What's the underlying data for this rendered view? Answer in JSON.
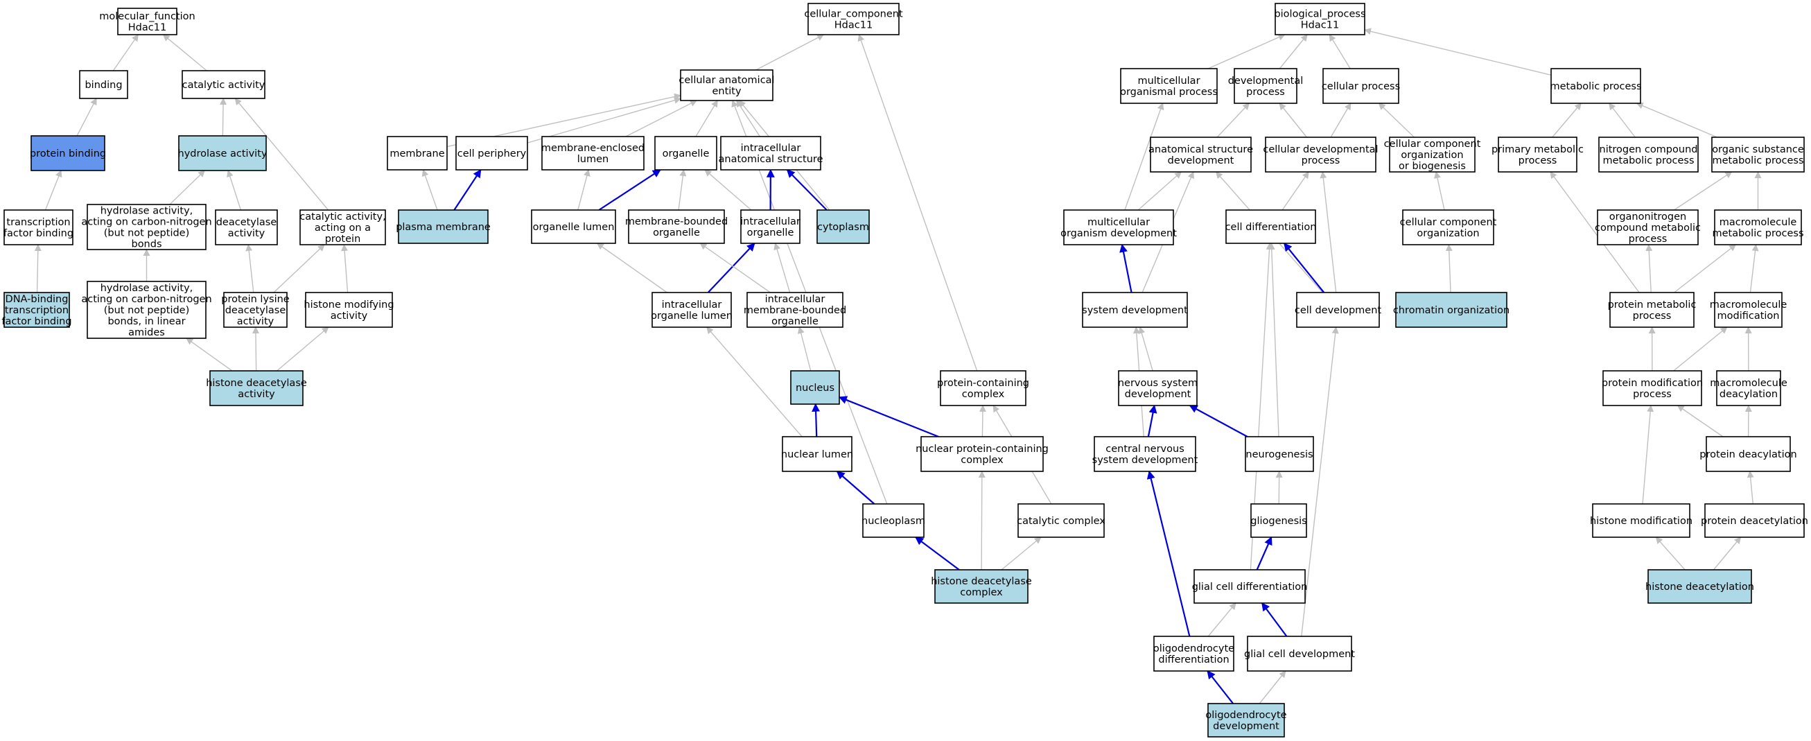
{
  "colors": {
    "plain": "#ffffff",
    "light": "#add8e6",
    "dark": "#6495ed",
    "edge_gray": "#c0c0c0",
    "edge_blue": "#0000dd"
  },
  "nodes": [
    {
      "id": "mf",
      "lines": [
        "molecular_function",
        "Hdac11"
      ],
      "style": "plain"
    },
    {
      "id": "binding",
      "lines": [
        "binding"
      ],
      "style": "plain"
    },
    {
      "id": "catalytic",
      "lines": [
        "catalytic activity"
      ],
      "style": "plain"
    },
    {
      "id": "protbind",
      "lines": [
        "protein binding"
      ],
      "style": "dark"
    },
    {
      "id": "hydrolase",
      "lines": [
        "hydrolase activity"
      ],
      "style": "light"
    },
    {
      "id": "tfbind",
      "lines": [
        "transcription",
        "factor binding"
      ],
      "style": "plain"
    },
    {
      "id": "hydrocn",
      "lines": [
        "hydrolase activity,",
        "acting on carbon-nitrogen",
        "(but not peptide)",
        "bonds"
      ],
      "style": "plain"
    },
    {
      "id": "deacetylase",
      "lines": [
        "deacetylase",
        "activity"
      ],
      "style": "plain"
    },
    {
      "id": "catprot",
      "lines": [
        "catalytic activity,",
        "acting on a",
        "protein"
      ],
      "style": "plain"
    },
    {
      "id": "dnatf",
      "lines": [
        "DNA-binding",
        "transcription",
        "factor binding"
      ],
      "style": "light"
    },
    {
      "id": "hydrolin",
      "lines": [
        "hydrolase activity,",
        "acting on carbon-nitrogen",
        "(but not peptide)",
        "bonds, in linear",
        "amides"
      ],
      "style": "plain"
    },
    {
      "id": "plysdeac",
      "lines": [
        "protein lysine",
        "deacetylase",
        "activity"
      ],
      "style": "plain"
    },
    {
      "id": "histmodact",
      "lines": [
        "histone modifying",
        "activity"
      ],
      "style": "plain"
    },
    {
      "id": "hdacact",
      "lines": [
        "histone deacetylase",
        "activity"
      ],
      "style": "light"
    },
    {
      "id": "cc",
      "lines": [
        "cellular_component",
        "Hdac11"
      ],
      "style": "plain"
    },
    {
      "id": "cae",
      "lines": [
        "cellular anatomical",
        "entity"
      ],
      "style": "plain"
    },
    {
      "id": "membrane",
      "lines": [
        "membrane"
      ],
      "style": "plain"
    },
    {
      "id": "cellper",
      "lines": [
        "cell periphery"
      ],
      "style": "plain"
    },
    {
      "id": "memlumen",
      "lines": [
        "membrane-enclosed",
        "lumen"
      ],
      "style": "plain"
    },
    {
      "id": "organelle",
      "lines": [
        "organelle"
      ],
      "style": "plain"
    },
    {
      "id": "icas",
      "lines": [
        "intracellular",
        "anatomical structure"
      ],
      "style": "plain"
    },
    {
      "id": "plasma",
      "lines": [
        "plasma membrane"
      ],
      "style": "light"
    },
    {
      "id": "orglumen",
      "lines": [
        "organelle lumen"
      ],
      "style": "plain"
    },
    {
      "id": "membound",
      "lines": [
        "membrane-bounded",
        "organelle"
      ],
      "style": "plain"
    },
    {
      "id": "icorg",
      "lines": [
        "intracellular",
        "organelle"
      ],
      "style": "plain"
    },
    {
      "id": "cytoplasm",
      "lines": [
        "cytoplasm"
      ],
      "style": "light"
    },
    {
      "id": "icorglumen",
      "lines": [
        "intracellular",
        "organelle lumen"
      ],
      "style": "plain"
    },
    {
      "id": "icmbo",
      "lines": [
        "intracellular",
        "membrane-bounded",
        "organelle"
      ],
      "style": "plain"
    },
    {
      "id": "nucleus",
      "lines": [
        "nucleus"
      ],
      "style": "light"
    },
    {
      "id": "protcomplex",
      "lines": [
        "protein-containing",
        "complex"
      ],
      "style": "plain"
    },
    {
      "id": "nuclumen",
      "lines": [
        "nuclear lumen"
      ],
      "style": "plain"
    },
    {
      "id": "nucprotcomplex",
      "lines": [
        "nuclear protein-containing",
        "complex"
      ],
      "style": "plain"
    },
    {
      "id": "nucleoplasm",
      "lines": [
        "nucleoplasm"
      ],
      "style": "plain"
    },
    {
      "id": "catcomplex",
      "lines": [
        "catalytic complex"
      ],
      "style": "plain"
    },
    {
      "id": "hdaccomplex",
      "lines": [
        "histone deacetylase",
        "complex"
      ],
      "style": "light"
    },
    {
      "id": "bp",
      "lines": [
        "biological_process",
        "Hdac11"
      ],
      "style": "plain"
    },
    {
      "id": "multiorg",
      "lines": [
        "multicellular",
        "organismal process"
      ],
      "style": "plain"
    },
    {
      "id": "devproc",
      "lines": [
        "developmental",
        "process"
      ],
      "style": "plain"
    },
    {
      "id": "cellproc",
      "lines": [
        "cellular process"
      ],
      "style": "plain"
    },
    {
      "id": "metproc",
      "lines": [
        "metabolic process"
      ],
      "style": "plain"
    },
    {
      "id": "anatdev",
      "lines": [
        "anatomical structure",
        "development"
      ],
      "style": "plain"
    },
    {
      "id": "celldevproc",
      "lines": [
        "cellular developmental",
        "process"
      ],
      "style": "plain"
    },
    {
      "id": "ccob",
      "lines": [
        "cellular component",
        "organization",
        "or biogenesis"
      ],
      "style": "plain"
    },
    {
      "id": "primmet",
      "lines": [
        "primary metabolic",
        "process"
      ],
      "style": "plain"
    },
    {
      "id": "nitromet",
      "lines": [
        "nitrogen compound",
        "metabolic process"
      ],
      "style": "plain"
    },
    {
      "id": "orgsubmet",
      "lines": [
        "organic substance",
        "metabolic process"
      ],
      "style": "plain"
    },
    {
      "id": "multidev",
      "lines": [
        "multicellular",
        "organism development"
      ],
      "style": "plain"
    },
    {
      "id": "celldiff",
      "lines": [
        "cell differentiation"
      ],
      "style": "plain"
    },
    {
      "id": "ccorg",
      "lines": [
        "cellular component",
        "organization"
      ],
      "style": "plain"
    },
    {
      "id": "orgnitro",
      "lines": [
        "organonitrogen",
        "compound metabolic",
        "process"
      ],
      "style": "plain"
    },
    {
      "id": "macromet",
      "lines": [
        "macromolecule",
        "metabolic process"
      ],
      "style": "plain"
    },
    {
      "id": "sysdev",
      "lines": [
        "system development"
      ],
      "style": "plain"
    },
    {
      "id": "celldev",
      "lines": [
        "cell development"
      ],
      "style": "plain"
    },
    {
      "id": "chromorg",
      "lines": [
        "chromatin organization"
      ],
      "style": "light"
    },
    {
      "id": "protmet",
      "lines": [
        "protein metabolic",
        "process"
      ],
      "style": "plain"
    },
    {
      "id": "macromod",
      "lines": [
        "macromolecule",
        "modification"
      ],
      "style": "plain"
    },
    {
      "id": "nsdev",
      "lines": [
        "nervous system",
        "development"
      ],
      "style": "plain"
    },
    {
      "id": "protmod",
      "lines": [
        "protein modification",
        "process"
      ],
      "style": "plain"
    },
    {
      "id": "macrodeacyl",
      "lines": [
        "macromolecule",
        "deacylation"
      ],
      "style": "plain"
    },
    {
      "id": "cnsdev",
      "lines": [
        "central nervous",
        "system development"
      ],
      "style": "plain"
    },
    {
      "id": "neurogenesis",
      "lines": [
        "neurogenesis"
      ],
      "style": "plain"
    },
    {
      "id": "protdeacyl",
      "lines": [
        "protein deacylation"
      ],
      "style": "plain"
    },
    {
      "id": "gliogenesis",
      "lines": [
        "gliogenesis"
      ],
      "style": "plain"
    },
    {
      "id": "histmod",
      "lines": [
        "histone modification"
      ],
      "style": "plain"
    },
    {
      "id": "protdeacet",
      "lines": [
        "protein deacetylation"
      ],
      "style": "plain"
    },
    {
      "id": "glialdiff",
      "lines": [
        "glial cell differentiation"
      ],
      "style": "plain"
    },
    {
      "id": "histdeacet",
      "lines": [
        "histone deacetylation"
      ],
      "style": "light"
    },
    {
      "id": "oligodiff",
      "lines": [
        "oligodendrocyte",
        "differentiation"
      ],
      "style": "plain"
    },
    {
      "id": "glialdev",
      "lines": [
        "glial cell development"
      ],
      "style": "plain"
    },
    {
      "id": "oligodev",
      "lines": [
        "oligodendrocyte",
        "development"
      ],
      "style": "light"
    }
  ],
  "edges": [
    {
      "from": "binding",
      "to": "mf",
      "type": "gray"
    },
    {
      "from": "catalytic",
      "to": "mf",
      "type": "gray"
    },
    {
      "from": "protbind",
      "to": "binding",
      "type": "gray"
    },
    {
      "from": "hydrolase",
      "to": "catalytic",
      "type": "gray"
    },
    {
      "from": "catprot",
      "to": "catalytic",
      "type": "gray"
    },
    {
      "from": "tfbind",
      "to": "protbind",
      "type": "gray"
    },
    {
      "from": "hydrocn",
      "to": "hydrolase",
      "type": "gray"
    },
    {
      "from": "deacetylase",
      "to": "hydrolase",
      "type": "gray"
    },
    {
      "from": "dnatf",
      "to": "tfbind",
      "type": "gray"
    },
    {
      "from": "hydrolin",
      "to": "hydrocn",
      "type": "gray"
    },
    {
      "from": "plysdeac",
      "to": "deacetylase",
      "type": "gray"
    },
    {
      "from": "plysdeac",
      "to": "catprot",
      "type": "gray"
    },
    {
      "from": "histmodact",
      "to": "catprot",
      "type": "gray"
    },
    {
      "from": "hdacact",
      "to": "hydrolin",
      "type": "gray"
    },
    {
      "from": "hdacact",
      "to": "plysdeac",
      "type": "gray"
    },
    {
      "from": "hdacact",
      "to": "histmodact",
      "type": "gray"
    },
    {
      "from": "cae",
      "to": "cc",
      "type": "gray"
    },
    {
      "from": "protcomplex",
      "to": "cc",
      "type": "gray"
    },
    {
      "from": "membrane",
      "to": "cae",
      "type": "gray"
    },
    {
      "from": "cellper",
      "to": "cae",
      "type": "gray"
    },
    {
      "from": "memlumen",
      "to": "cae",
      "type": "gray"
    },
    {
      "from": "organelle",
      "to": "cae",
      "type": "gray"
    },
    {
      "from": "icas",
      "to": "cae",
      "type": "gray"
    },
    {
      "from": "cytoplasm",
      "to": "cae",
      "type": "gray"
    },
    {
      "from": "nucleoplasm",
      "to": "cae",
      "type": "gray"
    },
    {
      "from": "plasma",
      "to": "membrane",
      "type": "gray"
    },
    {
      "from": "plasma",
      "to": "cellper",
      "type": "blue"
    },
    {
      "from": "orglumen",
      "to": "memlumen",
      "type": "gray"
    },
    {
      "from": "orglumen",
      "to": "organelle",
      "type": "blue"
    },
    {
      "from": "membound",
      "to": "organelle",
      "type": "gray"
    },
    {
      "from": "icorg",
      "to": "organelle",
      "type": "gray"
    },
    {
      "from": "icorg",
      "to": "icas",
      "type": "blue"
    },
    {
      "from": "cytoplasm",
      "to": "icas",
      "type": "blue"
    },
    {
      "from": "icorglumen",
      "to": "orglumen",
      "type": "gray"
    },
    {
      "from": "icorglumen",
      "to": "icorg",
      "type": "blue"
    },
    {
      "from": "icmbo",
      "to": "membound",
      "type": "gray"
    },
    {
      "from": "icmbo",
      "to": "icorg",
      "type": "gray"
    },
    {
      "from": "nucleus",
      "to": "icmbo",
      "type": "gray"
    },
    {
      "from": "nuclumen",
      "to": "icorglumen",
      "type": "gray"
    },
    {
      "from": "nuclumen",
      "to": "nucleus",
      "type": "blue"
    },
    {
      "from": "nucprotcomplex",
      "to": "nucleus",
      "type": "blue"
    },
    {
      "from": "nucprotcomplex",
      "to": "protcomplex",
      "type": "gray"
    },
    {
      "from": "catcomplex",
      "to": "protcomplex",
      "type": "gray"
    },
    {
      "from": "nucleoplasm",
      "to": "nuclumen",
      "type": "blue"
    },
    {
      "from": "hdaccomplex",
      "to": "nucleoplasm",
      "type": "blue"
    },
    {
      "from": "hdaccomplex",
      "to": "nucprotcomplex",
      "type": "gray"
    },
    {
      "from": "hdaccomplex",
      "to": "catcomplex",
      "type": "gray"
    },
    {
      "from": "multiorg",
      "to": "bp",
      "type": "gray"
    },
    {
      "from": "devproc",
      "to": "bp",
      "type": "gray"
    },
    {
      "from": "cellproc",
      "to": "bp",
      "type": "gray"
    },
    {
      "from": "metproc",
      "to": "bp",
      "type": "gray"
    },
    {
      "from": "anatdev",
      "to": "devproc",
      "type": "gray"
    },
    {
      "from": "celldevproc",
      "to": "devproc",
      "type": "gray"
    },
    {
      "from": "celldevproc",
      "to": "cellproc",
      "type": "gray"
    },
    {
      "from": "ccob",
      "to": "cellproc",
      "type": "gray"
    },
    {
      "from": "primmet",
      "to": "metproc",
      "type": "gray"
    },
    {
      "from": "nitromet",
      "to": "metproc",
      "type": "gray"
    },
    {
      "from": "orgsubmet",
      "to": "metproc",
      "type": "gray"
    },
    {
      "from": "multidev",
      "to": "multiorg",
      "type": "gray"
    },
    {
      "from": "multidev",
      "to": "anatdev",
      "type": "gray"
    },
    {
      "from": "sysdev",
      "to": "anatdev",
      "type": "gray"
    },
    {
      "from": "celldev",
      "to": "anatdev",
      "type": "gray"
    },
    {
      "from": "celldiff",
      "to": "celldevproc",
      "type": "gray"
    },
    {
      "from": "celldev",
      "to": "celldevproc",
      "type": "gray"
    },
    {
      "from": "ccorg",
      "to": "ccob",
      "type": "gray"
    },
    {
      "from": "orgnitro",
      "to": "orgsubmet",
      "type": "gray"
    },
    {
      "from": "macromet",
      "to": "orgsubmet",
      "type": "gray"
    },
    {
      "from": "sysdev",
      "to": "multidev",
      "type": "blue"
    },
    {
      "from": "celldev",
      "to": "celldiff",
      "type": "blue"
    },
    {
      "from": "chromorg",
      "to": "ccorg",
      "type": "gray"
    },
    {
      "from": "protmet",
      "to": "primmet",
      "type": "gray"
    },
    {
      "from": "protmet",
      "to": "orgnitro",
      "type": "gray"
    },
    {
      "from": "protmet",
      "to": "macromet",
      "type": "gray"
    },
    {
      "from": "macromod",
      "to": "macromet",
      "type": "gray"
    },
    {
      "from": "nsdev",
      "to": "sysdev",
      "type": "gray"
    },
    {
      "from": "cnsdev",
      "to": "sysdev",
      "type": "gray"
    },
    {
      "from": "protmod",
      "to": "protmet",
      "type": "gray"
    },
    {
      "from": "protmod",
      "to": "macromod",
      "type": "gray"
    },
    {
      "from": "macrodeacyl",
      "to": "macromod",
      "type": "gray"
    },
    {
      "from": "cnsdev",
      "to": "nsdev",
      "type": "blue"
    },
    {
      "from": "neurogenesis",
      "to": "nsdev",
      "type": "blue"
    },
    {
      "from": "neurogenesis",
      "to": "celldiff",
      "type": "gray"
    },
    {
      "from": "glialdiff",
      "to": "celldiff",
      "type": "gray"
    },
    {
      "from": "glialdev",
      "to": "celldev",
      "type": "gray"
    },
    {
      "from": "protdeacyl",
      "to": "protmod",
      "type": "gray"
    },
    {
      "from": "protdeacyl",
      "to": "macrodeacyl",
      "type": "gray"
    },
    {
      "from": "histmod",
      "to": "protmod",
      "type": "gray"
    },
    {
      "from": "gliogenesis",
      "to": "neurogenesis",
      "type": "gray"
    },
    {
      "from": "protdeacet",
      "to": "protdeacyl",
      "type": "gray"
    },
    {
      "from": "glialdiff",
      "to": "gliogenesis",
      "type": "blue"
    },
    {
      "from": "histdeacet",
      "to": "histmod",
      "type": "gray"
    },
    {
      "from": "histdeacet",
      "to": "protdeacet",
      "type": "gray"
    },
    {
      "from": "oligodiff",
      "to": "cnsdev",
      "type": "blue"
    },
    {
      "from": "oligodiff",
      "to": "glialdiff",
      "type": "gray"
    },
    {
      "from": "glialdev",
      "to": "glialdiff",
      "type": "blue"
    },
    {
      "from": "oligodev",
      "to": "oligodiff",
      "type": "blue"
    },
    {
      "from": "oligodev",
      "to": "glialdev",
      "type": "gray"
    }
  ]
}
